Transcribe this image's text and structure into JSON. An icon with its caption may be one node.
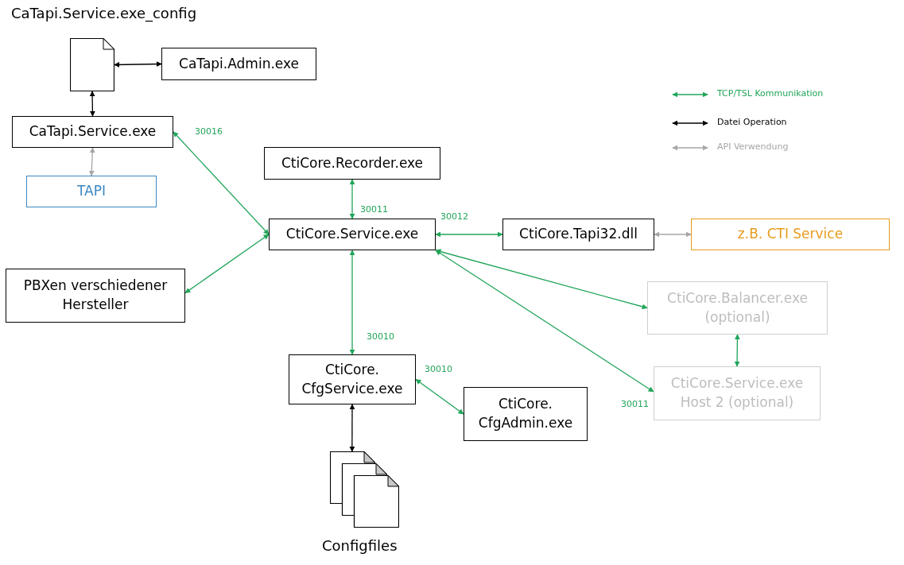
{
  "diagram": {
    "nodes": [
      {
        "text": [],
        "shape": "document",
        "beside": [
          "CaTapi.Service.exe_config"
        ]
      },
      {
        "text": [
          "CaTapi.Admin.exe"
        ]
      },
      {
        "text": [
          "CaTapi.Service.exe"
        ]
      },
      {
        "text": [
          "TAPI"
        ]
      },
      {
        "text": [
          "CtiCore.Recorder.exe"
        ]
      },
      {
        "text": [
          "CtiCore.Service.exe"
        ]
      },
      {
        "text": [
          "CtiCore.Tapi32.dll"
        ]
      },
      {
        "text": [
          "z.B. CTI Service"
        ]
      },
      {
        "text": [
          "PBXen verschiedener Hersteller"
        ]
      },
      {
        "text": [
          "CtiCore.Balancer.exe (optional)"
        ]
      },
      {
        "text": [
          "CtiCore. CfgService.exe"
        ]
      },
      {
        "text": [
          "CtiCore. CfgAdmin.exe"
        ]
      },
      {
        "text": [
          "CtiCore.Service.exe Host 2 (optional)"
        ]
      },
      {
        "text": [],
        "shape": "document",
        "beside": [
          "Configfiles"
        ]
      }
    ],
    "edges": [
      {
        "from": 0,
        "to": 1,
        "arrow": "both",
        "color": "#000000"
      },
      {
        "from": 0,
        "to": 2,
        "arrow": "both",
        "color": "#000000"
      },
      {
        "from": 2,
        "to": 3,
        "arrow": "both",
        "color": "#a6a6a6"
      },
      {
        "from": 2,
        "to": 5,
        "arrow": "both",
        "label": "30016"
      },
      {
        "from": 4,
        "to": 5,
        "arrow": "both",
        "label": "30011"
      },
      {
        "from": 5,
        "to": 6,
        "arrow": "both",
        "label": "30012"
      },
      {
        "from": 6,
        "to": 7,
        "arrow": "both",
        "color": "#a6a6a6"
      },
      {
        "from": 8,
        "to": 5,
        "arrow": "both"
      },
      {
        "from": 5,
        "to": 9,
        "arrow": "both"
      },
      {
        "from": 5,
        "to": 10,
        "arrow": "both",
        "label": "30010"
      },
      {
        "from": 10,
        "to": 11,
        "arrow": "both",
        "label": "30010"
      },
      {
        "from": 9,
        "to": 12,
        "arrow": "both"
      },
      {
        "from": 5,
        "to": 12,
        "arrow": "both",
        "label": "30011"
      },
      {
        "from": 10,
        "to": 13,
        "arrow": "both",
        "color": "#000000"
      }
    ],
    "legend": [
      {
        "text": "TCP/TSL Kommunikation"
      },
      {
        "text": "Datei Operation"
      },
      {
        "text": "API Verwendung"
      }
    ]
  }
}
